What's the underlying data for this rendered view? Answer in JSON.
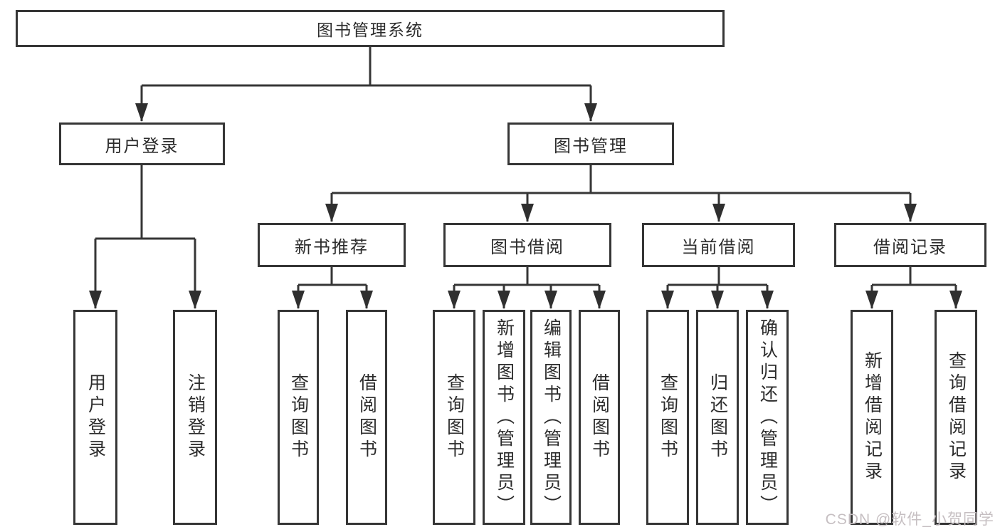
{
  "tree": {
    "root": "图书管理系统",
    "branches": [
      {
        "label": "用户登录",
        "children": [
          "用户登录",
          "注销登录"
        ]
      },
      {
        "label": "图书管理",
        "sections": [
          {
            "label": "新书推荐",
            "children": [
              "查询图书",
              "借阅图书"
            ]
          },
          {
            "label": "图书借阅",
            "children": [
              "查询图书",
              "新增图书（管理员）",
              "编辑图书（管理员）",
              "借阅图书"
            ]
          },
          {
            "label": "当前借阅",
            "children": [
              "查询图书",
              "归还图书",
              "确认归还（管理员）"
            ]
          },
          {
            "label": "借阅记录",
            "children": [
              "新增借阅记录",
              "查询借阅记录"
            ]
          }
        ]
      }
    ]
  },
  "watermark": {
    "text": "CSDN @软件_小贺同学"
  },
  "colors": {
    "line": "#363636",
    "border": "#363636",
    "text": "#2c2c2c",
    "watermark": "#c6bfc2",
    "background": "#ffffff"
  }
}
